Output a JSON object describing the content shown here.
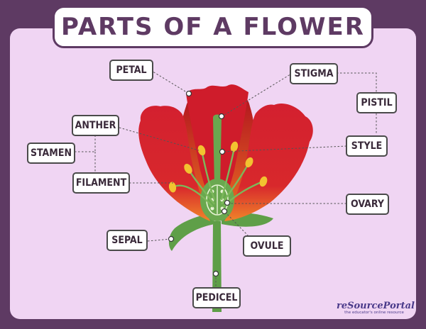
{
  "title": "PARTS OF A FLOWER",
  "labels": {
    "petal": "PETAL",
    "stigma": "STIGMA",
    "pistil": "PISTIL",
    "anther": "ANTHER",
    "stamen": "STAMEN",
    "style": "STYLE",
    "filament": "FILAMENT",
    "ovary": "OVARY",
    "sepal": "SEPAL",
    "ovule": "OVULE",
    "pedicel": "PEDICEL"
  },
  "brand": {
    "name": "reSourcePortal",
    "tagline": "the educator's online resource"
  },
  "colors": {
    "frame": "#5e3a63",
    "background": "#f0d5f3",
    "petal": "#d81e2e",
    "stem": "#6aa84f",
    "anther": "#f2c230"
  }
}
